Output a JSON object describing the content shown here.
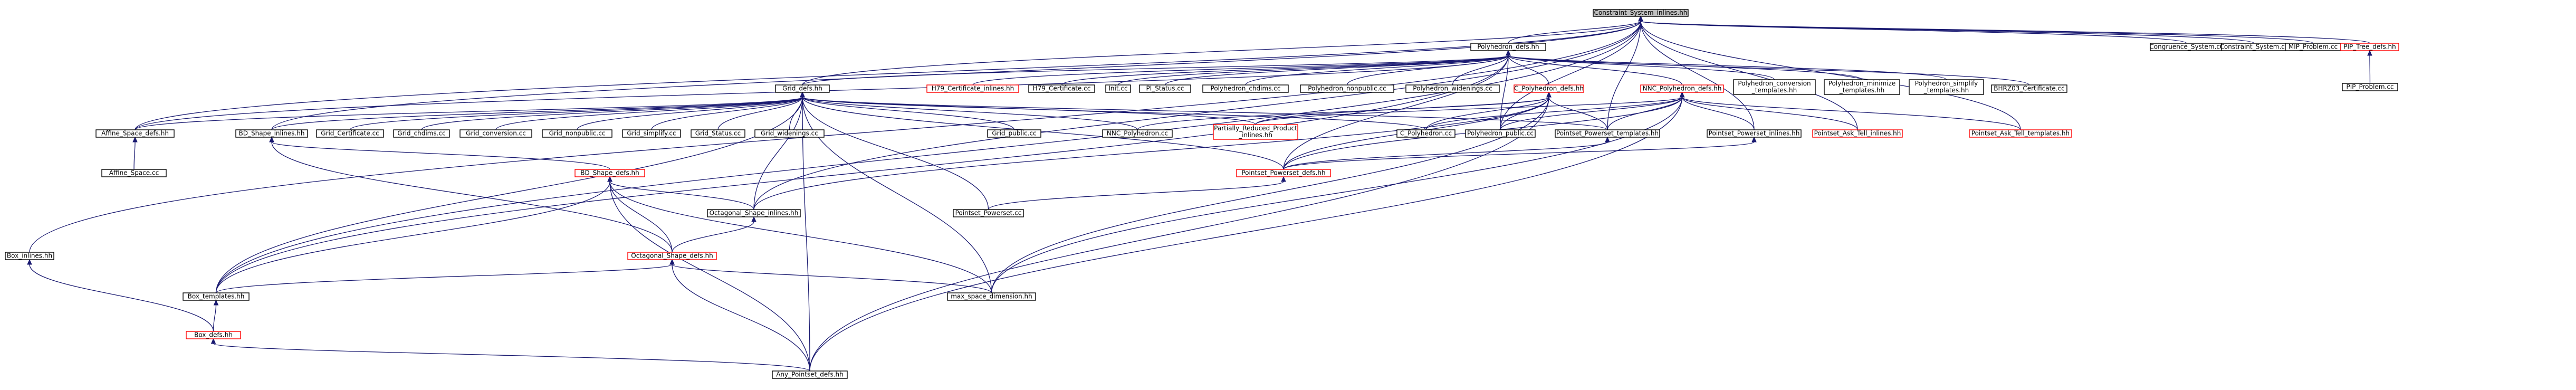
{
  "colors": {
    "edge": "#191970",
    "node_border": "#000000",
    "node_border_red": "#ff0000",
    "root_fill": "#bfbfbf",
    "node_fill": "#ffffff"
  },
  "nodes": [
    {
      "id": "root",
      "lines": [
        "Constraint_System_inlines.hh"
      ],
      "style": "root"
    },
    {
      "id": "poly_defs",
      "lines": [
        "Polyhedron_defs.hh"
      ],
      "style": "normal"
    },
    {
      "id": "cong_sys",
      "lines": [
        "Congruence_System.cc"
      ],
      "style": "normal"
    },
    {
      "id": "cons_sys",
      "lines": [
        "Constraint_System.cc"
      ],
      "style": "normal"
    },
    {
      "id": "mip",
      "lines": [
        "MIP_Problem.cc"
      ],
      "style": "normal"
    },
    {
      "id": "pip_tree",
      "lines": [
        "PIP_Tree_defs.hh"
      ],
      "style": "red"
    },
    {
      "id": "pip_problem",
      "lines": [
        "PIP_Problem.cc"
      ],
      "style": "normal"
    },
    {
      "id": "grid_defs",
      "lines": [
        "Grid_defs.hh"
      ],
      "style": "normal"
    },
    {
      "id": "h79_inl",
      "lines": [
        "H79_Certificate_inlines.hh"
      ],
      "style": "red"
    },
    {
      "id": "h79_cc",
      "lines": [
        "H79_Certificate.cc"
      ],
      "style": "normal"
    },
    {
      "id": "init_cc",
      "lines": [
        "Init.cc"
      ],
      "style": "normal"
    },
    {
      "id": "pi_status",
      "lines": [
        "PI_Status.cc"
      ],
      "style": "normal"
    },
    {
      "id": "poly_chdims",
      "lines": [
        "Polyhedron_chdims.cc"
      ],
      "style": "normal"
    },
    {
      "id": "poly_nonpublic",
      "lines": [
        "Polyhedron_nonpublic.cc"
      ],
      "style": "normal"
    },
    {
      "id": "poly_widenings",
      "lines": [
        "Polyhedron_widenings.cc"
      ],
      "style": "normal"
    },
    {
      "id": "c_poly_defs",
      "lines": [
        "C_Polyhedron_defs.hh"
      ],
      "style": "red"
    },
    {
      "id": "nnc_poly_defs",
      "lines": [
        "NNC_Polyhedron_defs.hh"
      ],
      "style": "red"
    },
    {
      "id": "poly_conv_tmpl",
      "lines": [
        "Polyhedron_conversion",
        "_templates.hh"
      ],
      "style": "normal"
    },
    {
      "id": "poly_min_tmpl",
      "lines": [
        "Polyhedron_minimize",
        "_templates.hh"
      ],
      "style": "normal"
    },
    {
      "id": "poly_simp_tmpl",
      "lines": [
        "Polyhedron_simplify",
        "_templates.hh"
      ],
      "style": "normal"
    },
    {
      "id": "bhrz03",
      "lines": [
        "BHRZ03_Certificate.cc"
      ],
      "style": "normal"
    },
    {
      "id": "affine_defs",
      "lines": [
        "Affine_Space_defs.hh"
      ],
      "style": "normal"
    },
    {
      "id": "bd_inl",
      "lines": [
        "BD_Shape_inlines.hh"
      ],
      "style": "normal"
    },
    {
      "id": "grid_cert",
      "lines": [
        "Grid_Certificate.cc"
      ],
      "style": "normal"
    },
    {
      "id": "grid_chdims",
      "lines": [
        "Grid_chdims.cc"
      ],
      "style": "normal"
    },
    {
      "id": "grid_conv",
      "lines": [
        "Grid_conversion.cc"
      ],
      "style": "normal"
    },
    {
      "id": "grid_nonpublic",
      "lines": [
        "Grid_nonpublic.cc"
      ],
      "style": "normal"
    },
    {
      "id": "grid_simplify",
      "lines": [
        "Grid_simplify.cc"
      ],
      "style": "normal"
    },
    {
      "id": "grid_status",
      "lines": [
        "Grid_Status.cc"
      ],
      "style": "normal"
    },
    {
      "id": "grid_widenings",
      "lines": [
        "Grid_widenings.cc"
      ],
      "style": "normal"
    },
    {
      "id": "grid_public",
      "lines": [
        "Grid_public.cc"
      ],
      "style": "normal"
    },
    {
      "id": "nnc_poly_cc",
      "lines": [
        "NNC_Polyhedron.cc"
      ],
      "style": "normal"
    },
    {
      "id": "prp_inl",
      "lines": [
        "Partially_Reduced_Product",
        "_inlines.hh"
      ],
      "style": "red"
    },
    {
      "id": "c_poly_cc",
      "lines": [
        "C_Polyhedron.cc"
      ],
      "style": "normal"
    },
    {
      "id": "poly_public",
      "lines": [
        "Polyhedron_public.cc"
      ],
      "style": "normal"
    },
    {
      "id": "pp_tmpl",
      "lines": [
        "Pointset_Powerset_templates.hh"
      ],
      "style": "normal"
    },
    {
      "id": "pp_inl",
      "lines": [
        "Pointset_Powerset_inlines.hh"
      ],
      "style": "normal"
    },
    {
      "id": "pat_inl",
      "lines": [
        "Pointset_Ask_Tell_inlines.hh"
      ],
      "style": "red"
    },
    {
      "id": "pat_tmpl",
      "lines": [
        "Pointset_Ask_Tell_templates.hh"
      ],
      "style": "red"
    },
    {
      "id": "affine_cc",
      "lines": [
        "Affine_Space.cc"
      ],
      "style": "normal"
    },
    {
      "id": "pp_defs",
      "lines": [
        "Pointset_Powerset_defs.hh"
      ],
      "style": "red"
    },
    {
      "id": "bd_defs",
      "lines": [
        "BD_Shape_defs.hh"
      ],
      "style": "red"
    },
    {
      "id": "oct_inl",
      "lines": [
        "Octagonal_Shape_inlines.hh"
      ],
      "style": "normal"
    },
    {
      "id": "pp_cc",
      "lines": [
        "Pointset_Powerset.cc"
      ],
      "style": "normal"
    },
    {
      "id": "oct_defs",
      "lines": [
        "Octagonal_Shape_defs.hh"
      ],
      "style": "red"
    },
    {
      "id": "box_inl",
      "lines": [
        "Box_inlines.hh"
      ],
      "style": "normal"
    },
    {
      "id": "box_tmpl",
      "lines": [
        "Box_templates.hh"
      ],
      "style": "normal"
    },
    {
      "id": "max_space",
      "lines": [
        "max_space_dimension.hh"
      ],
      "style": "normal"
    },
    {
      "id": "box_defs",
      "lines": [
        "Box_defs.hh"
      ],
      "style": "red"
    },
    {
      "id": "any_pointset",
      "lines": [
        "Any_Pointset_defs.hh"
      ],
      "style": "normal"
    }
  ],
  "edges": [
    [
      "poly_defs",
      "root"
    ],
    [
      "cong_sys",
      "root"
    ],
    [
      "cons_sys",
      "root"
    ],
    [
      "mip",
      "root"
    ],
    [
      "pip_tree",
      "root"
    ],
    [
      "grid_defs",
      "root"
    ],
    [
      "box_inl",
      "root"
    ],
    [
      "box_tmpl",
      "root"
    ],
    [
      "affine_defs",
      "root"
    ],
    [
      "bd_inl",
      "root"
    ],
    [
      "oct_inl",
      "root"
    ],
    [
      "pp_tmpl",
      "root"
    ],
    [
      "pat_tmpl",
      "root"
    ],
    [
      "pat_inl",
      "root"
    ],
    [
      "pp_inl",
      "root"
    ],
    [
      "poly_public",
      "root"
    ],
    [
      "pip_problem",
      "pip_tree"
    ],
    [
      "h79_inl",
      "poly_defs"
    ],
    [
      "h79_cc",
      "poly_defs"
    ],
    [
      "init_cc",
      "poly_defs"
    ],
    [
      "pi_status",
      "poly_defs"
    ],
    [
      "poly_chdims",
      "poly_defs"
    ],
    [
      "poly_nonpublic",
      "poly_defs"
    ],
    [
      "poly_widenings",
      "poly_defs"
    ],
    [
      "c_poly_defs",
      "poly_defs"
    ],
    [
      "nnc_poly_defs",
      "poly_defs"
    ],
    [
      "poly_conv_tmpl",
      "poly_defs"
    ],
    [
      "poly_min_tmpl",
      "poly_defs"
    ],
    [
      "poly_simp_tmpl",
      "poly_defs"
    ],
    [
      "bhrz03",
      "poly_defs"
    ],
    [
      "box_tmpl",
      "poly_defs"
    ],
    [
      "affine_defs",
      "poly_defs"
    ],
    [
      "grid_defs",
      "poly_defs"
    ],
    [
      "poly_public",
      "poly_defs"
    ],
    [
      "pp_defs",
      "poly_defs"
    ],
    [
      "affine_defs",
      "grid_defs"
    ],
    [
      "bd_inl",
      "grid_defs"
    ],
    [
      "grid_cert",
      "grid_defs"
    ],
    [
      "grid_chdims",
      "grid_defs"
    ],
    [
      "grid_conv",
      "grid_defs"
    ],
    [
      "grid_nonpublic",
      "grid_defs"
    ],
    [
      "grid_simplify",
      "grid_defs"
    ],
    [
      "grid_status",
      "grid_defs"
    ],
    [
      "grid_widenings",
      "grid_defs"
    ],
    [
      "grid_public",
      "grid_defs"
    ],
    [
      "nnc_poly_cc",
      "grid_defs"
    ],
    [
      "prp_inl",
      "grid_defs"
    ],
    [
      "c_poly_cc",
      "grid_defs"
    ],
    [
      "pp_tmpl",
      "grid_defs"
    ],
    [
      "pp_defs",
      "grid_defs"
    ],
    [
      "box_tmpl",
      "grid_defs"
    ],
    [
      "oct_inl",
      "grid_defs"
    ],
    [
      "pp_cc",
      "grid_defs"
    ],
    [
      "max_space",
      "grid_defs"
    ],
    [
      "any_pointset",
      "grid_defs"
    ],
    [
      "affine_cc",
      "affine_defs"
    ],
    [
      "nnc_poly_cc",
      "c_poly_defs"
    ],
    [
      "prp_inl",
      "c_poly_defs"
    ],
    [
      "c_poly_cc",
      "c_poly_defs"
    ],
    [
      "poly_public",
      "c_poly_defs"
    ],
    [
      "pp_tmpl",
      "c_poly_defs"
    ],
    [
      "pp_defs",
      "c_poly_defs"
    ],
    [
      "oct_inl",
      "c_poly_defs"
    ],
    [
      "max_space",
      "c_poly_defs"
    ],
    [
      "any_pointset",
      "c_poly_defs"
    ],
    [
      "prp_inl",
      "nnc_poly_defs"
    ],
    [
      "c_poly_cc",
      "nnc_poly_defs"
    ],
    [
      "poly_public",
      "nnc_poly_defs"
    ],
    [
      "pp_tmpl",
      "nnc_poly_defs"
    ],
    [
      "pp_inl",
      "nnc_poly_defs"
    ],
    [
      "pat_inl",
      "nnc_poly_defs"
    ],
    [
      "pat_tmpl",
      "nnc_poly_defs"
    ],
    [
      "pp_defs",
      "nnc_poly_defs"
    ],
    [
      "max_space",
      "nnc_poly_defs"
    ],
    [
      "any_pointset",
      "nnc_poly_defs"
    ],
    [
      "bd_defs",
      "bd_inl"
    ],
    [
      "oct_defs",
      "bd_inl"
    ],
    [
      "pp_defs",
      "pp_inl"
    ],
    [
      "pp_defs",
      "pp_tmpl"
    ],
    [
      "pp_cc",
      "pp_defs"
    ],
    [
      "oct_inl",
      "bd_defs"
    ],
    [
      "oct_defs",
      "bd_defs"
    ],
    [
      "box_tmpl",
      "bd_defs"
    ],
    [
      "max_space",
      "bd_defs"
    ],
    [
      "any_pointset",
      "bd_defs"
    ],
    [
      "oct_defs",
      "oct_inl"
    ],
    [
      "box_tmpl",
      "oct_defs"
    ],
    [
      "max_space",
      "oct_defs"
    ],
    [
      "any_pointset",
      "oct_defs"
    ],
    [
      "box_defs",
      "box_inl"
    ],
    [
      "box_defs",
      "box_tmpl"
    ],
    [
      "any_pointset",
      "box_defs"
    ]
  ]
}
